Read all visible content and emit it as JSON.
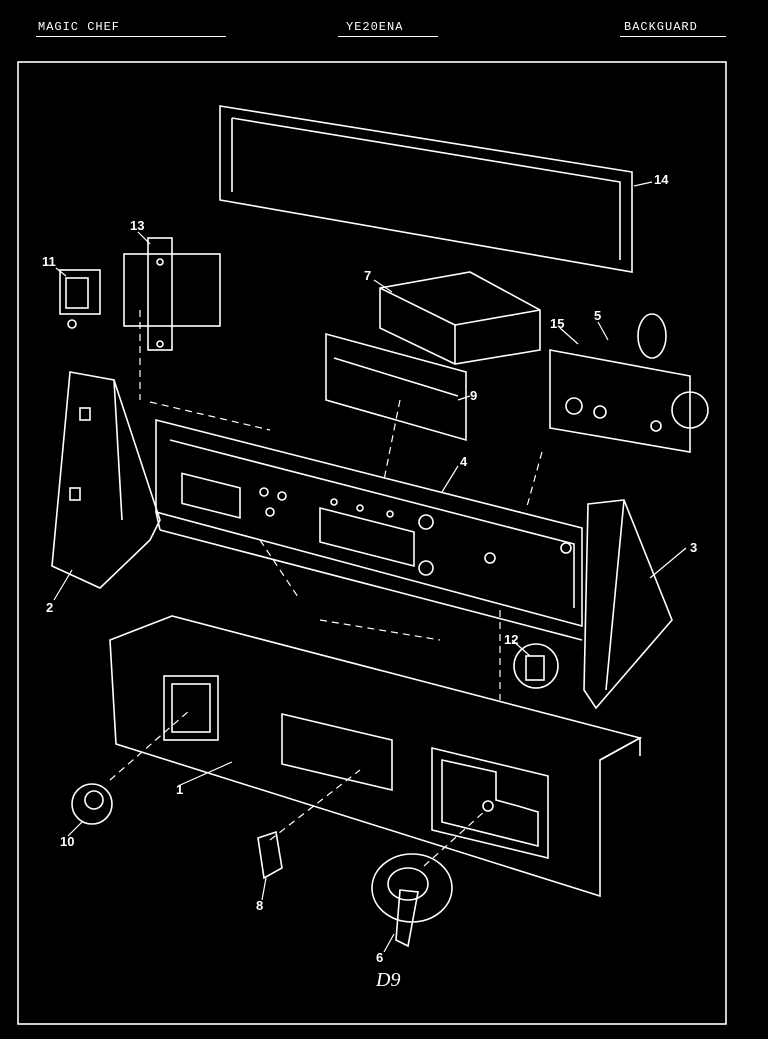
{
  "header": {
    "brand": "MAGIC CHEF",
    "model": "YE20ENA",
    "section": "BACKGUARD"
  },
  "callouts": [
    "1",
    "2",
    "3",
    "4",
    "5",
    "6",
    "7",
    "8",
    "9",
    "10",
    "11",
    "12",
    "13",
    "14",
    "15"
  ],
  "footer_note": "D9",
  "colors": {
    "background": "#000000",
    "line": "#ffffff"
  }
}
